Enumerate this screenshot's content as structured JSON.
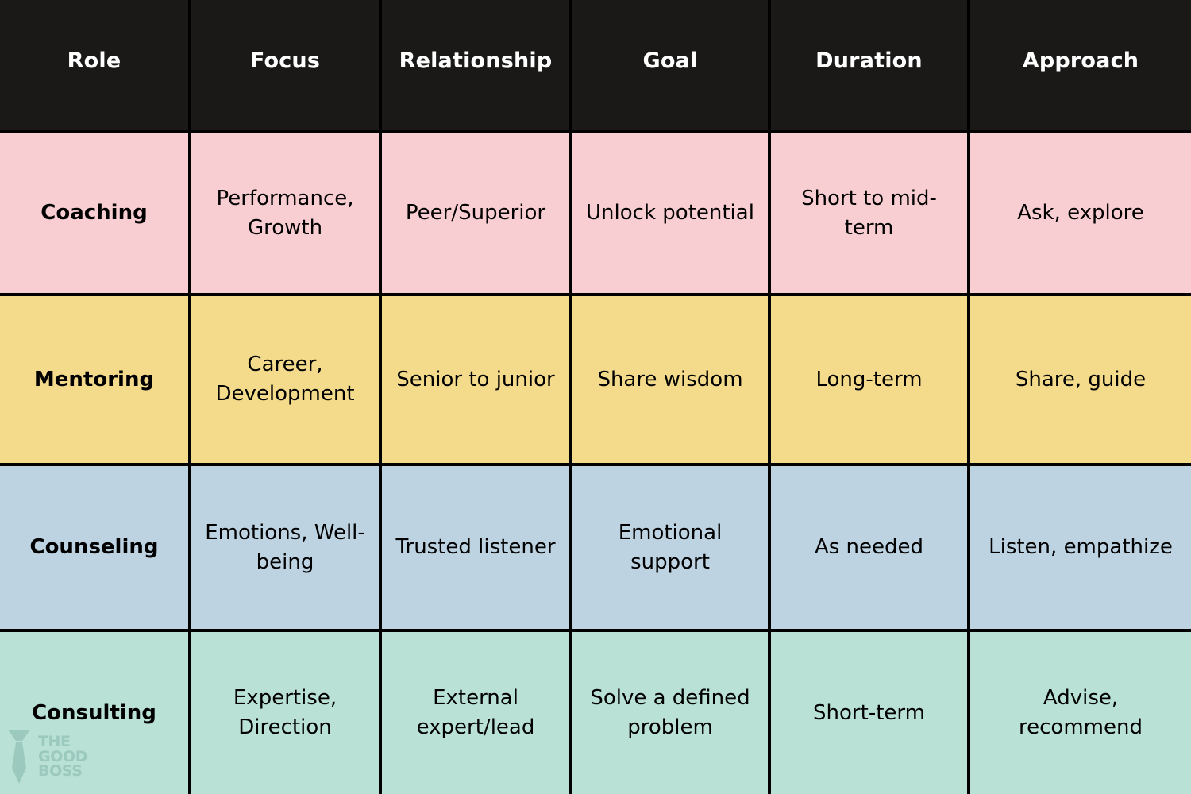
{
  "table": {
    "columns": [
      "Role",
      "Focus",
      "Relationship",
      "Goal",
      "Duration",
      "Approach"
    ],
    "rows": [
      {
        "role": "Coaching",
        "focus": "Performance, Growth",
        "relationship": "Peer/Superior",
        "goal": "Unlock potential",
        "duration": "Short to mid-term",
        "approach": "Ask, explore",
        "color": "#f9ced2",
        "color_name": "pink"
      },
      {
        "role": "Mentoring",
        "focus": "Career, Development",
        "relationship": "Senior to junior",
        "goal": "Share wisdom",
        "duration": "Long-term",
        "approach": "Share, guide",
        "color": "#f4db8c",
        "color_name": "yellow"
      },
      {
        "role": "Counseling",
        "focus": "Emotions, Well-being",
        "relationship": "Trusted listener",
        "goal": "Emotional support",
        "duration": "As needed",
        "approach": "Listen, empathize",
        "color": "#bdd3e2",
        "color_name": "blue"
      },
      {
        "role": "Consulting",
        "focus": "Expertise, Direction",
        "relationship": "External expert/lead",
        "goal": "Solve a defined problem",
        "duration": "Short-term",
        "approach": "Advise, recommend",
        "color": "#b9e1d5",
        "color_name": "green"
      }
    ],
    "header_background": "#1a1918",
    "header_text_color": "#ffffff",
    "border_color": "#000000"
  },
  "watermark": {
    "line1": "THE",
    "line2": "GOOD",
    "line3": "BOSS",
    "icon": "necktie-icon",
    "color": "#9cc9bd"
  }
}
